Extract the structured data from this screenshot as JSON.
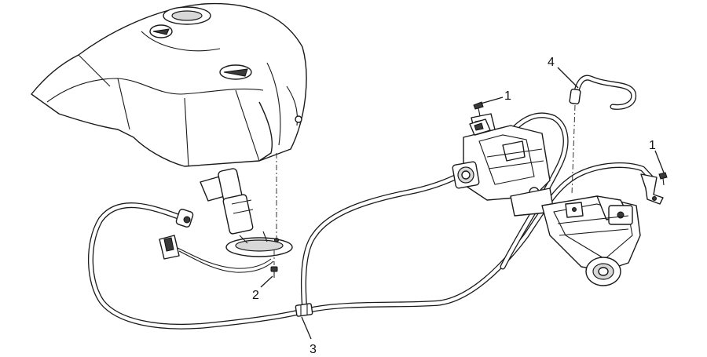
{
  "callouts": [
    {
      "id": "callout-1a",
      "label": "1"
    },
    {
      "id": "callout-1b",
      "label": "1"
    },
    {
      "id": "callout-2",
      "label": "2"
    },
    {
      "id": "callout-3",
      "label": "3"
    },
    {
      "id": "callout-4",
      "label": "4"
    }
  ],
  "colors": {
    "line": "#1a1a1a",
    "background": "#ffffff",
    "shade": "#d8d8d8"
  }
}
